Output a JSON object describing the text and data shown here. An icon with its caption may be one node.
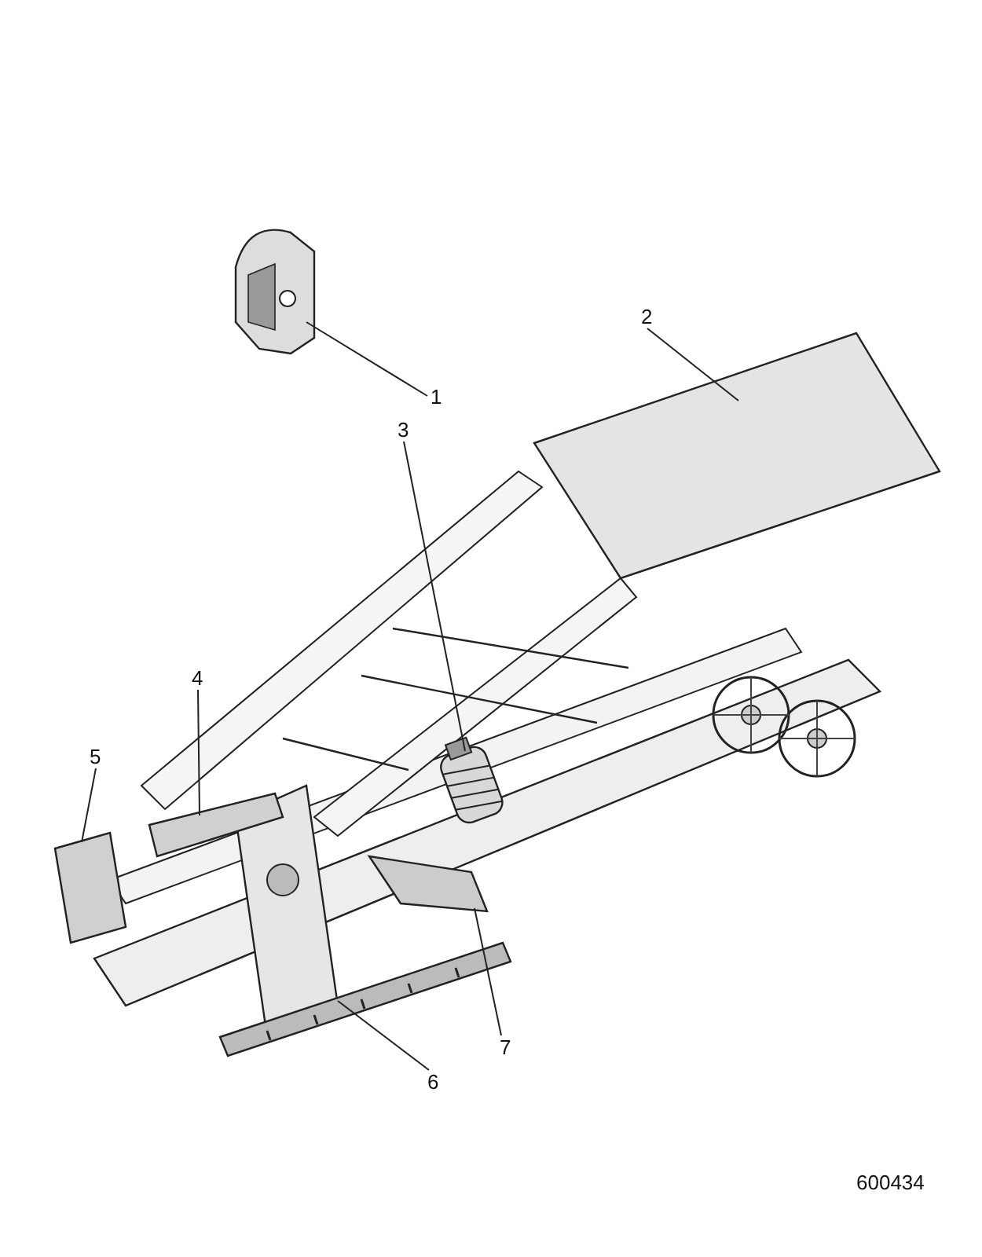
{
  "diagram": {
    "nodes": [
      {
        "text": [
          "1"
        ]
      },
      {
        "text": [
          "2"
        ]
      },
      {
        "text": [
          "3"
        ]
      },
      {
        "text": [
          "4"
        ]
      },
      {
        "text": [
          "5"
        ]
      },
      {
        "text": [
          "6"
        ]
      },
      {
        "text": [
          "7"
        ]
      },
      {
        "text": [],
        "shape": "picture"
      },
      {
        "text": [],
        "shape": "picture"
      },
      {
        "text": [],
        "shape": "picture"
      },
      {
        "text": [],
        "shape": "picture"
      },
      {
        "text": [],
        "shape": "picture"
      },
      {
        "text": [],
        "shape": "picture"
      },
      {
        "text": [],
        "shape": "picture"
      }
    ],
    "edges": [
      {
        "from": 0,
        "to": 7,
        "arrow": "none"
      },
      {
        "from": 1,
        "to": 8,
        "arrow": "none"
      },
      {
        "from": 2,
        "to": 9,
        "arrow": "none"
      },
      {
        "from": 3,
        "to": 10,
        "arrow": "none"
      },
      {
        "from": 4,
        "to": 11,
        "arrow": "none"
      },
      {
        "from": 5,
        "to": 12,
        "arrow": "none"
      },
      {
        "from": 6,
        "to": 13,
        "arrow": "none"
      }
    ],
    "labels": [
      "600434"
    ]
  }
}
